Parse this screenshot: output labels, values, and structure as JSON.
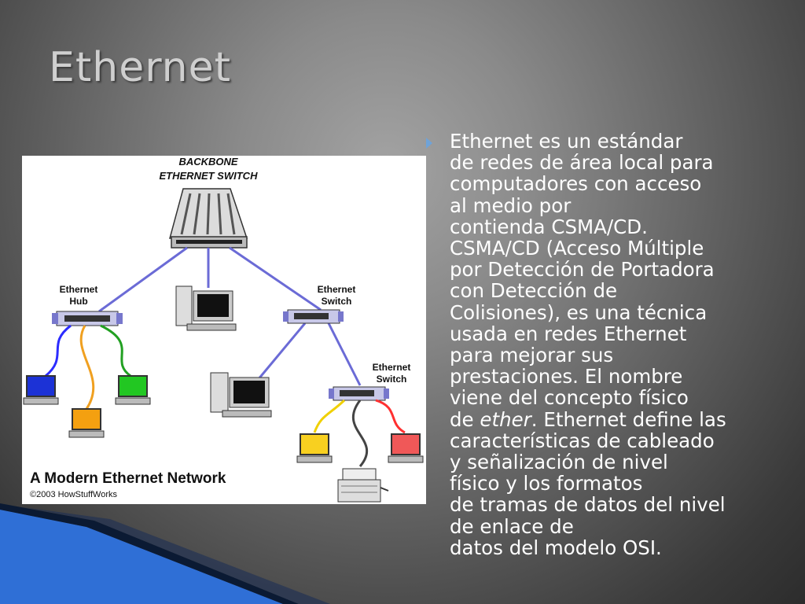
{
  "slide": {
    "title": "Ethernet",
    "bullet": {
      "lead": "Ethernet",
      "lines_before_ether": [
        " es un estándar",
        "de redes de área local para",
        "computadores con acceso",
        "al medio por",
        "contienda CSMA/CD.",
        "CSMA/CD (Acceso Múltiple",
        "por Detección de Portadora",
        "con Detección de",
        "Colisiones), es una técnica",
        "usada en redes Ethernet",
        "para mejorar sus",
        "prestaciones. El nombre",
        "viene del concepto físico",
        "de "
      ],
      "ether_word": "ether",
      "lines_after_ether": [
        ". Ethernet define las",
        "características de cableado",
        "y señalización de nivel",
        "físico y los formatos",
        "de tramas de datos del nivel",
        "de enlace de",
        "datos del modelo OSI."
      ]
    }
  },
  "figure": {
    "backbone_label_1": "BACKBONE",
    "backbone_label_2": "ETHERNET SWITCH",
    "hub_label_1": "Ethernet",
    "hub_label_2": "Hub",
    "switch1_label_1": "Ethernet",
    "switch1_label_2": "Switch",
    "switch2_label_1": "Ethernet",
    "switch2_label_2": "Switch",
    "caption": "A Modern Ethernet Network",
    "copyright": "©2003 HowStuffWorks"
  },
  "colors": {
    "accent": "#6fa3d8",
    "link": "#6b6bd6",
    "cable_blue": "#2c2cff",
    "cable_orange": "#f0a020",
    "cable_green": "#22a022",
    "cable_red": "#ff3030",
    "cable_yellow": "#f0d000"
  }
}
